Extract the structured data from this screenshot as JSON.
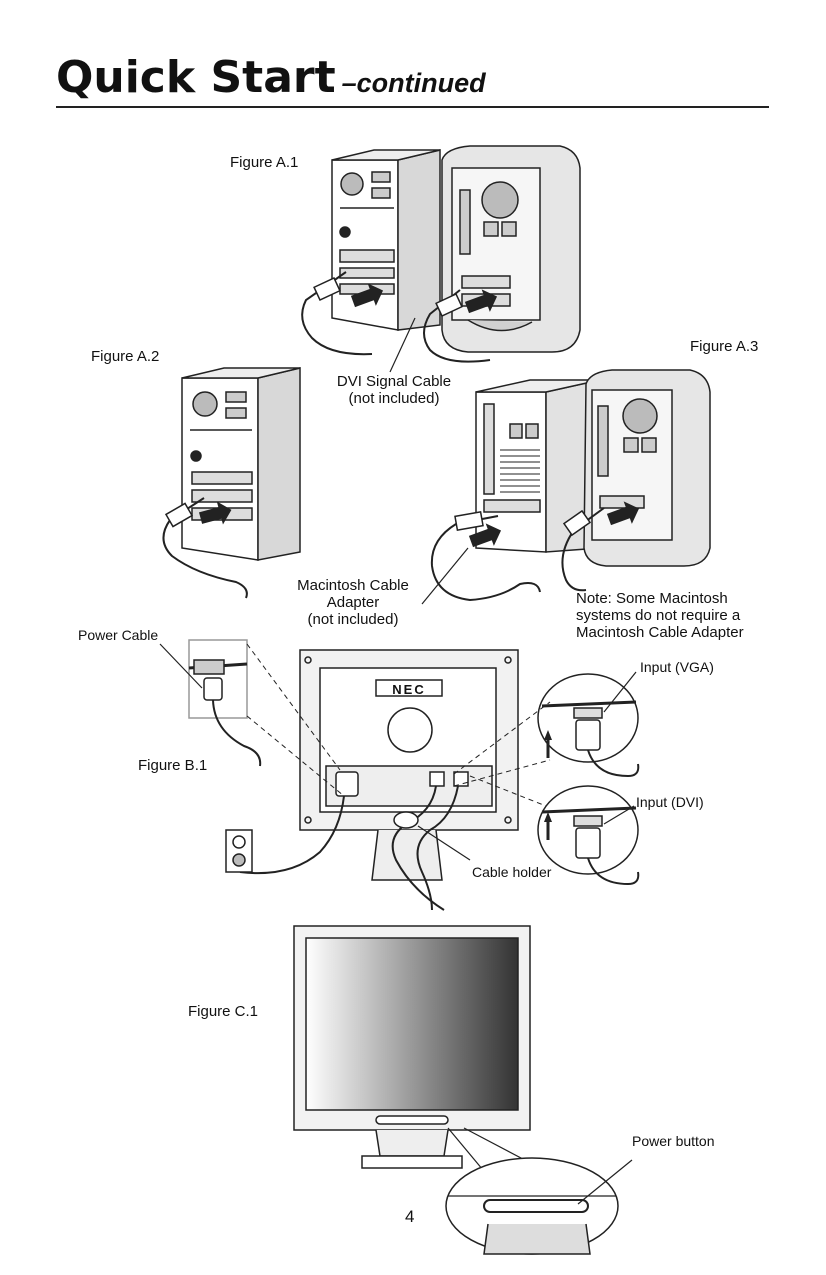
{
  "header": {
    "title": "Quick Start",
    "continued": "–continued"
  },
  "figures": {
    "a1": "Figure A.1",
    "a2": "Figure A.2",
    "a3": "Figure A.3",
    "b1": "Figure B.1",
    "c1": "Figure C.1"
  },
  "callouts": {
    "dvi_cable_1": "DVI Signal Cable",
    "dvi_cable_2": "(not included)",
    "mac_adapter_1": "Macintosh Cable",
    "mac_adapter_2": "Adapter",
    "mac_adapter_3": "(not included)",
    "note_1": "Note: Some Macintosh",
    "note_2": "systems do not require a",
    "note_3": "Macintosh Cable Adapter",
    "power_cable": "Power Cable",
    "input_vga": "Input (VGA)",
    "input_dvi": "Input (DVI)",
    "cable_holder": "Cable holder",
    "power_button": "Power button",
    "brand": "NEC"
  },
  "footer": {
    "page_number": "4"
  }
}
